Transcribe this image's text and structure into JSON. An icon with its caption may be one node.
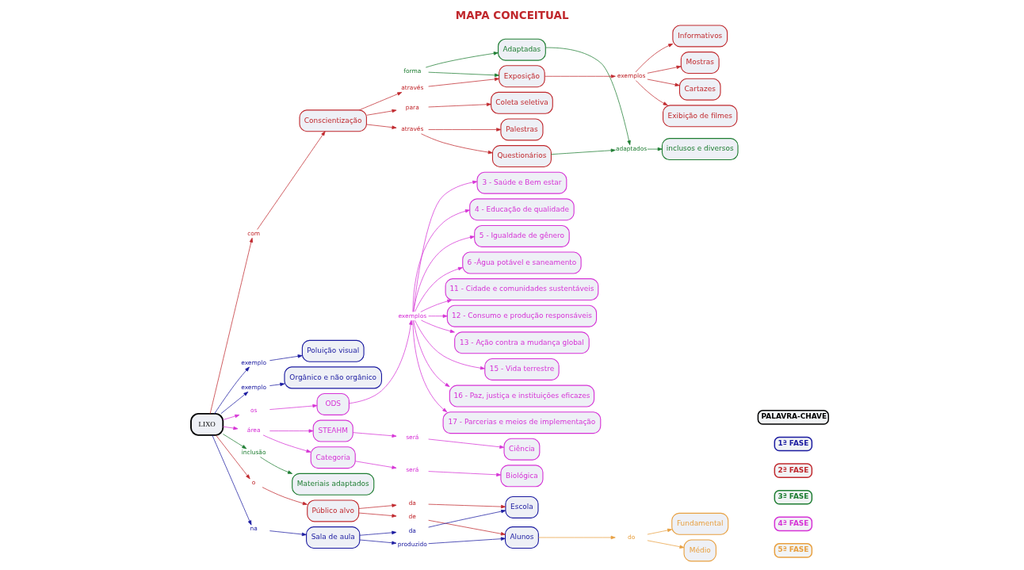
{
  "diagram": {
    "title": "MAPA CONCEITUAL",
    "nodes": [
      {
        "text": [
          "Adaptadas"
        ]
      },
      {
        "text": [
          "Informativos"
        ]
      },
      {
        "text": [
          "Mostras"
        ]
      },
      {
        "text": [
          "Cartazes"
        ]
      },
      {
        "text": [
          "Exposição"
        ]
      },
      {
        "text": [
          "Exibição de filmes"
        ]
      },
      {
        "text": [
          "Coleta seletiva"
        ]
      },
      {
        "text": [
          "Palestras"
        ]
      },
      {
        "text": [
          "Questionários"
        ]
      },
      {
        "text": [
          "inclusos e diversos"
        ]
      },
      {
        "text": [
          "Conscientização"
        ]
      },
      {
        "text": [
          "3 - Saúde e Bem estar"
        ]
      },
      {
        "text": [
          "4 - Educação de qualidade"
        ]
      },
      {
        "text": [
          "5 - Igualdade de gênero"
        ]
      },
      {
        "text": [
          "6 -Água potável e saneamento"
        ]
      },
      {
        "text": [
          "11 - Cidade e comunidades sustentáveis"
        ]
      },
      {
        "text": [
          "12 - Consumo e produção responsáveis"
        ]
      },
      {
        "text": [
          "13 - Ação contra a mudança global"
        ]
      },
      {
        "text": [
          "15 - Vida terrestre"
        ]
      },
      {
        "text": [
          "16 - Paz, justiça e instituições eficazes"
        ]
      },
      {
        "text": [
          "17 - Parcerias e meios de implementação"
        ]
      },
      {
        "text": [
          "Poluição visual"
        ]
      },
      {
        "text": [
          "Orgânico e não orgânico"
        ]
      },
      {
        "text": [
          "ODS"
        ]
      },
      {
        "text": [
          "LIXO"
        ]
      },
      {
        "text": [
          "STEAHM"
        ]
      },
      {
        "text": [
          "Ciência"
        ]
      },
      {
        "text": [
          "Categoria"
        ]
      },
      {
        "text": [
          "Biológica"
        ]
      },
      {
        "text": [
          "Público alvo"
        ]
      },
      {
        "text": [
          "Sala de aula"
        ]
      },
      {
        "text": [
          "Materiais adaptados"
        ]
      },
      {
        "text": [
          "Escola"
        ]
      },
      {
        "text": [
          "Alunos"
        ]
      },
      {
        "text": [
          "Fundamental"
        ]
      },
      {
        "text": [
          "Médio"
        ]
      },
      {
        "text": [
          "forma"
        ]
      },
      {
        "text": [
          "exemplos"
        ]
      },
      {
        "text": [
          "através"
        ]
      },
      {
        "text": [
          "para"
        ]
      },
      {
        "text": [
          "através"
        ]
      },
      {
        "text": [
          "adaptados"
        ]
      },
      {
        "text": [
          "exemplos"
        ]
      },
      {
        "text": [
          "com"
        ]
      },
      {
        "text": [
          "exemplo"
        ]
      },
      {
        "text": [
          "exemplo"
        ]
      },
      {
        "text": [
          "os"
        ]
      },
      {
        "text": [
          "área"
        ]
      },
      {
        "text": [
          "será"
        ]
      },
      {
        "text": [
          "será"
        ]
      },
      {
        "text": [
          "inclusão"
        ]
      },
      {
        "text": [
          "o"
        ]
      },
      {
        "text": [
          "na"
        ]
      },
      {
        "text": [
          "da"
        ]
      },
      {
        "text": [
          "de"
        ]
      },
      {
        "text": [
          "da"
        ]
      },
      {
        "text": [
          "produzido"
        ]
      },
      {
        "text": [
          "do"
        ]
      }
    ],
    "edges": [
      {
        "from": 36,
        "to": 0,
        "arrow": "to",
        "color": "#1e7d32"
      },
      {
        "from": 36,
        "to": 4,
        "arrow": "to",
        "color": "#1e7d32"
      },
      {
        "from": 4,
        "to": 37,
        "arrow": "to",
        "color": "#c0282d"
      },
      {
        "from": 37,
        "to": 1,
        "arrow": "to",
        "color": "#c0282d"
      },
      {
        "from": 37,
        "to": 2,
        "arrow": "to",
        "color": "#c0282d"
      },
      {
        "from": 37,
        "to": 3,
        "arrow": "to",
        "color": "#c0282d"
      },
      {
        "from": 37,
        "to": 5,
        "arrow": "to",
        "color": "#c0282d"
      },
      {
        "from": 10,
        "to": 38,
        "arrow": "to",
        "color": "#c0282d"
      },
      {
        "from": 38,
        "to": 4,
        "arrow": "to",
        "color": "#c0282d"
      },
      {
        "from": 10,
        "to": 39,
        "arrow": "to",
        "color": "#c0282d"
      },
      {
        "from": 39,
        "to": 6,
        "arrow": "to",
        "color": "#c0282d"
      },
      {
        "from": 10,
        "to": 40,
        "arrow": "to",
        "color": "#c0282d"
      },
      {
        "from": 40,
        "to": 7,
        "arrow": "to",
        "color": "#c0282d"
      },
      {
        "from": 40,
        "to": 8,
        "arrow": "to",
        "color": "#c0282d"
      },
      {
        "from": 8,
        "to": 41,
        "arrow": "to",
        "color": "#1e7d32"
      },
      {
        "from": 0,
        "to": 41,
        "arrow": "to",
        "color": "#1e7d32"
      },
      {
        "from": 41,
        "to": 9,
        "arrow": "to",
        "color": "#1e7d32"
      },
      {
        "from": 24,
        "to": 43,
        "arrow": "to",
        "color": "#c0282d"
      },
      {
        "from": 43,
        "to": 10,
        "arrow": "to",
        "color": "#c0282d"
      },
      {
        "from": 24,
        "to": 44,
        "arrow": "to",
        "color": "#1a1aa0"
      },
      {
        "from": 44,
        "to": 21,
        "arrow": "to",
        "color": "#1a1aa0"
      },
      {
        "from": 24,
        "to": 45,
        "arrow": "to",
        "color": "#1a1aa0"
      },
      {
        "from": 45,
        "to": 22,
        "arrow": "to",
        "color": "#1a1aa0"
      },
      {
        "from": 24,
        "to": 46,
        "arrow": "to",
        "color": "#d633d6"
      },
      {
        "from": 46,
        "to": 23,
        "arrow": "to",
        "color": "#d633d6"
      },
      {
        "from": 23,
        "to": 42,
        "arrow": "to",
        "color": "#d633d6"
      },
      {
        "from": 42,
        "to": 11,
        "arrow": "to",
        "color": "#d633d6"
      },
      {
        "from": 42,
        "to": 12,
        "arrow": "to",
        "color": "#d633d6"
      },
      {
        "from": 42,
        "to": 13,
        "arrow": "to",
        "color": "#d633d6"
      },
      {
        "from": 42,
        "to": 14,
        "arrow": "to",
        "color": "#d633d6"
      },
      {
        "from": 42,
        "to": 15,
        "arrow": "to",
        "color": "#d633d6"
      },
      {
        "from": 42,
        "to": 16,
        "arrow": "to",
        "color": "#d633d6"
      },
      {
        "from": 42,
        "to": 17,
        "arrow": "to",
        "color": "#d633d6"
      },
      {
        "from": 42,
        "to": 18,
        "arrow": "to",
        "color": "#d633d6"
      },
      {
        "from": 42,
        "to": 19,
        "arrow": "to",
        "color": "#d633d6"
      },
      {
        "from": 42,
        "to": 20,
        "arrow": "to",
        "color": "#d633d6"
      },
      {
        "from": 24,
        "to": 47,
        "arrow": "to",
        "color": "#d633d6"
      },
      {
        "from": 47,
        "to": 25,
        "arrow": "to",
        "color": "#d633d6"
      },
      {
        "from": 47,
        "to": 27,
        "arrow": "to",
        "color": "#d633d6"
      },
      {
        "from": 25,
        "to": 48,
        "arrow": "to",
        "color": "#d633d6"
      },
      {
        "from": 48,
        "to": 26,
        "arrow": "to",
        "color": "#d633d6"
      },
      {
        "from": 27,
        "to": 49,
        "arrow": "to",
        "color": "#d633d6"
      },
      {
        "from": 49,
        "to": 28,
        "arrow": "to",
        "color": "#d633d6"
      },
      {
        "from": 24,
        "to": 50,
        "arrow": "to",
        "color": "#1e7d32"
      },
      {
        "from": 50,
        "to": 31,
        "arrow": "to",
        "color": "#1e7d32"
      },
      {
        "from": 24,
        "to": 51,
        "arrow": "to",
        "color": "#c0282d"
      },
      {
        "from": 51,
        "to": 29,
        "arrow": "to",
        "color": "#c0282d"
      },
      {
        "from": 24,
        "to": 52,
        "arrow": "to",
        "color": "#1a1aa0"
      },
      {
        "from": 52,
        "to": 30,
        "arrow": "to",
        "color": "#1a1aa0"
      },
      {
        "from": 29,
        "to": 53,
        "arrow": "to",
        "color": "#c0282d"
      },
      {
        "from": 53,
        "to": 32,
        "arrow": "to",
        "color": "#c0282d"
      },
      {
        "from": 29,
        "to": 54,
        "arrow": "to",
        "color": "#c0282d"
      },
      {
        "from": 54,
        "to": 33,
        "arrow": "to",
        "color": "#c0282d"
      },
      {
        "from": 30,
        "to": 55,
        "arrow": "to",
        "color": "#1a1aa0"
      },
      {
        "from": 55,
        "to": 32,
        "arrow": "to",
        "color": "#1a1aa0"
      },
      {
        "from": 30,
        "to": 56,
        "arrow": "to",
        "color": "#1a1aa0"
      },
      {
        "from": 56,
        "to": 33,
        "arrow": "to",
        "color": "#1a1aa0"
      },
      {
        "from": 33,
        "to": 57,
        "arrow": "to",
        "color": "#e8a040"
      },
      {
        "from": 57,
        "to": 34,
        "arrow": "to",
        "color": "#e8a040"
      },
      {
        "from": 57,
        "to": 35,
        "arrow": "to",
        "color": "#e8a040"
      }
    ],
    "legend": [
      {
        "text": "PALAVRA-CHAVE",
        "color": "#000000"
      },
      {
        "text": "1ª FASE",
        "color": "#1a1aa0"
      },
      {
        "text": "2ª FASE",
        "color": "#c0282d"
      },
      {
        "text": "3ª FASE",
        "color": "#1e7d32"
      },
      {
        "text": "4ª FASE",
        "color": "#d633d6"
      },
      {
        "text": "5ª FASE",
        "color": "#e8a040"
      }
    ]
  }
}
